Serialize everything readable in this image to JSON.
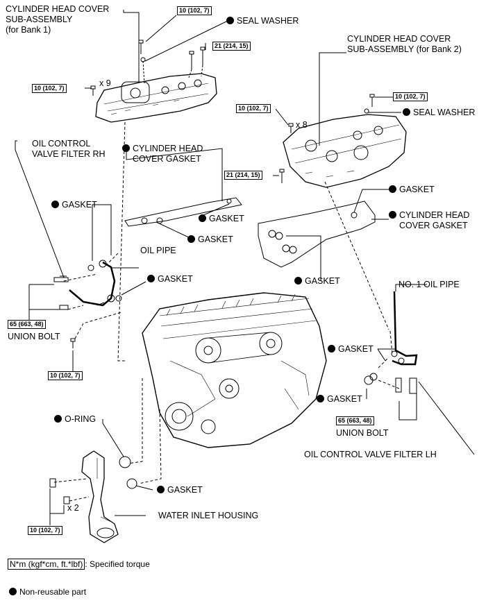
{
  "labels": {
    "cover_bank1": "CYLINDER HEAD COVER\nSUB-ASSEMBLY\n(for Bank 1)",
    "seal_washer_1": "SEAL WASHER",
    "cover_bank2": "CYLINDER HEAD COVER\nSUB-ASSEMBLY (for Bank 2)",
    "seal_washer_2": "SEAL WASHER",
    "ocv_filter_rh": "OIL CONTROL\nVALVE FILTER RH",
    "gasket_a": "GASKET",
    "cyl_head_cover_gasket_1": "CYLINDER HEAD\nCOVER GASKET",
    "gasket_b": "GASKET",
    "gasket_c": "GASKET",
    "oil_pipe": "OIL PIPE",
    "gasket_d": "GASKET",
    "gasket_e": "GASKET",
    "cyl_head_cover_gasket_2": "CYLINDER HEAD\nCOVER GASKET",
    "gasket_f": "GASKET",
    "no1_oil_pipe": "NO. 1 OIL PIPE",
    "union_bolt_1": "UNION BOLT",
    "gasket_g": "GASKET",
    "gasket_h": "GASKET",
    "union_bolt_2": "UNION BOLT",
    "ocv_filter_lh": "OIL CONTROL VALVE FILTER LH",
    "o_ring": "O-RING",
    "gasket_i": "GASKET",
    "water_inlet_housing": "WATER INLET HOUSING",
    "x9": "x 9",
    "x8": "x 8",
    "x2": "x 2"
  },
  "torques": {
    "t1": "10 (102, 7)",
    "t2": "21 (214, 15)",
    "t3": "10 (102, 7)",
    "t4": "10 (102, 7)",
    "t5": "10 (102, 7)",
    "t6": "21 (214, 15)",
    "t7": "65 (663, 48)",
    "t8": "10 (102, 7)",
    "t9": "65 (663, 48)",
    "t10": "10 (102, 7)"
  },
  "legend": {
    "torque_box": "N*m (kgf*cm, ft.*lbf)",
    "torque_text": ": Specified torque",
    "nonreusable_text": "Non-reusable part"
  },
  "colors": {
    "ink": "#000000",
    "background": "#ffffff"
  }
}
